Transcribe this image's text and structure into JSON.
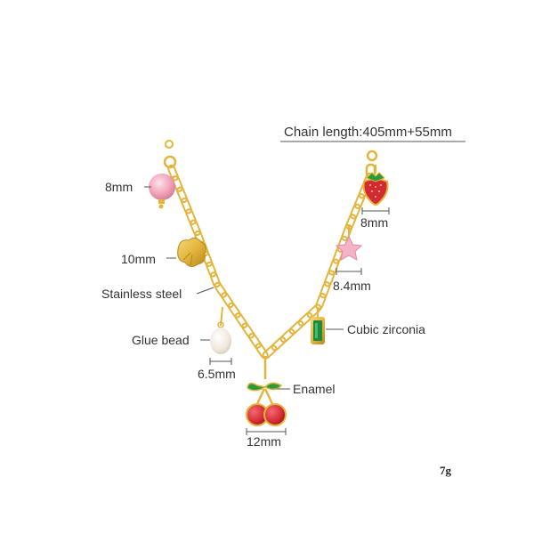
{
  "labels": {
    "chain_length": "Chain length:405mm+55mm",
    "left_bead_size": "8mm",
    "flower_size": "10mm",
    "stainless_steel": "Stainless steel",
    "glue_bead": "Glue bead",
    "pearl_size": "6.5mm",
    "enamel": "Enamel",
    "cherry_size": "12mm",
    "cubic_zirconia": "Cubic zirconia",
    "star_size": "8.4mm",
    "strawberry_size": "8mm",
    "weight": "7g"
  },
  "colors": {
    "gold": "#e3b53c",
    "gold_dark": "#b8871f",
    "pink": "#f2a7bd",
    "red_enamel": "#d42a34",
    "green_enamel": "#2b9a3a",
    "emerald": "#1f8a3d",
    "pearl": "#f1ece2",
    "line": "#555555"
  }
}
